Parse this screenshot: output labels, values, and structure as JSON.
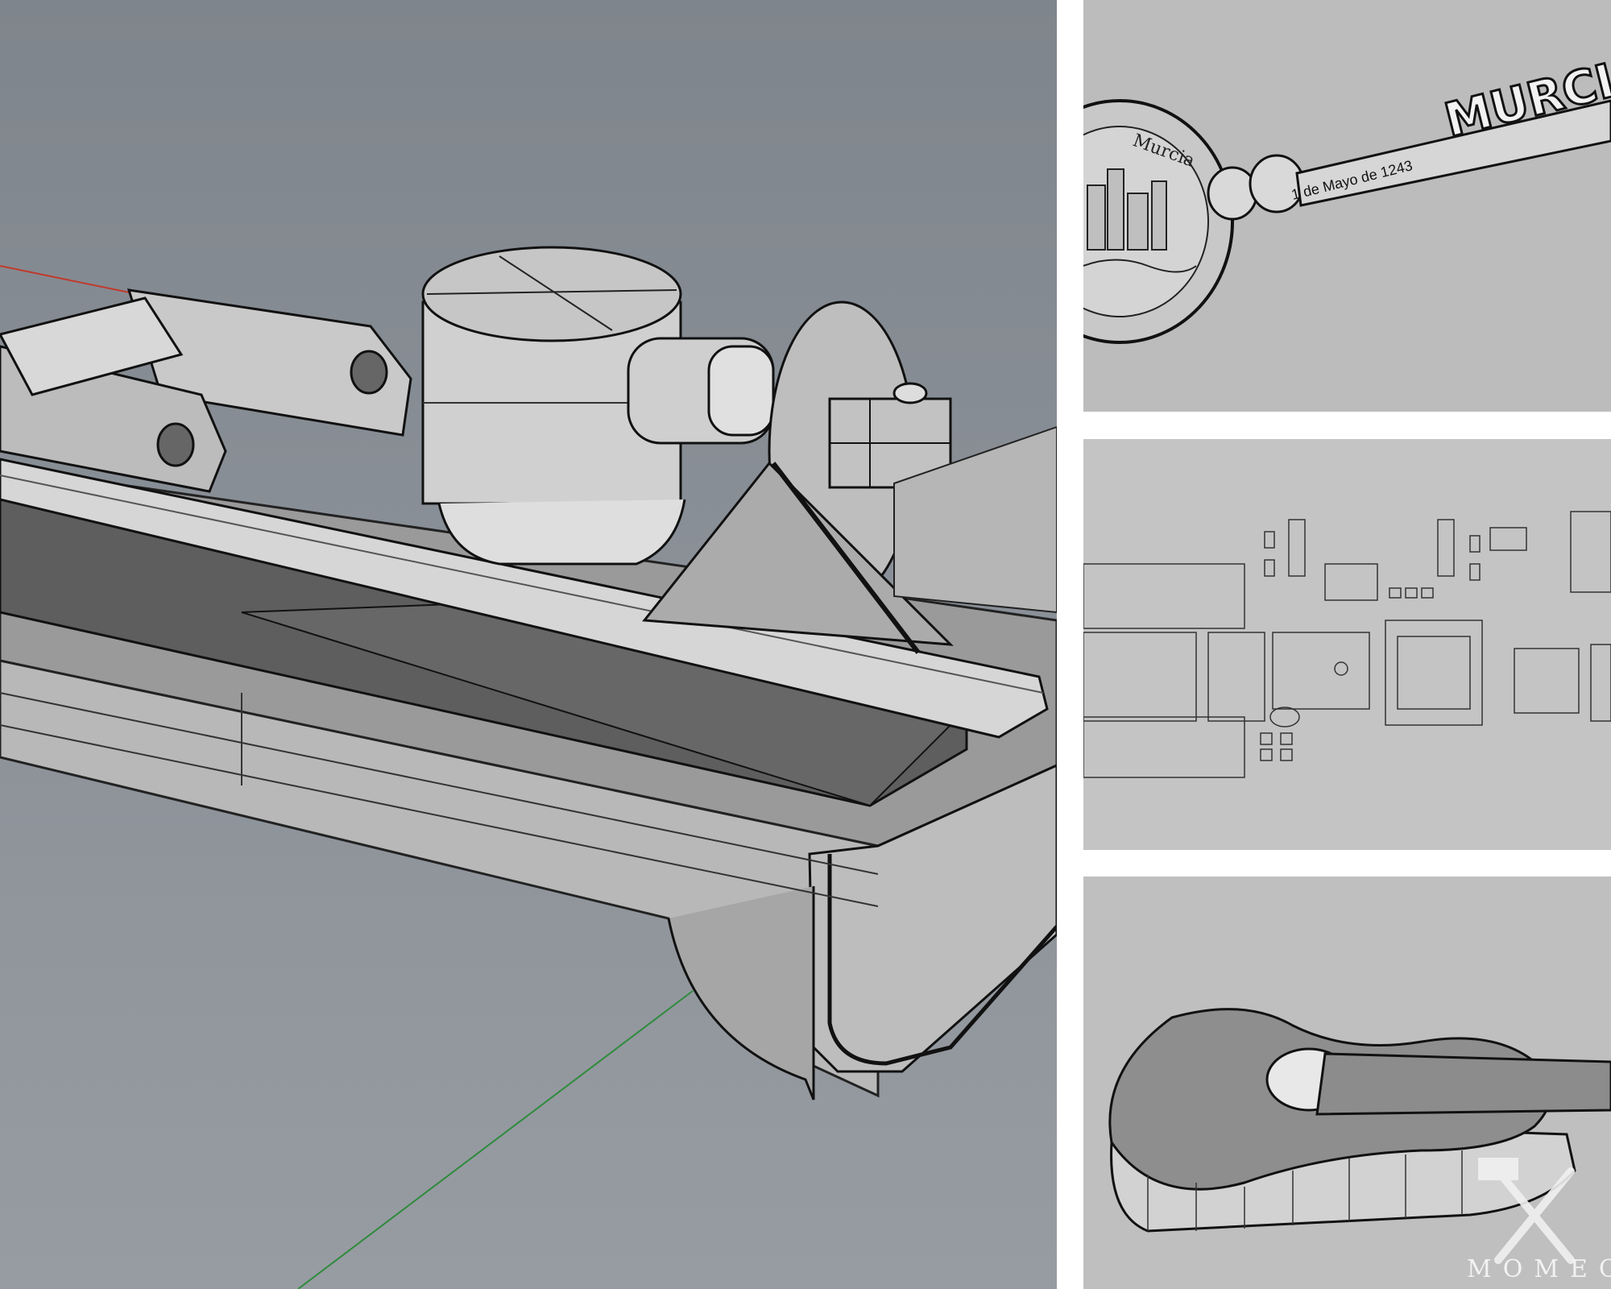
{
  "key_model": {
    "word": "MURCIA",
    "engraving": "1 de Mayo de 1243",
    "seal_text": "Murcia"
  },
  "watermark": {
    "brand": "MOMEC",
    "icon": "hammer-and-chisel-icon"
  },
  "colors": {
    "viewport_bg": "#8a9097",
    "thumb_bg": "#bdbdbd",
    "axis_x": "#c0392b",
    "axis_y": "#2e8b3c"
  }
}
